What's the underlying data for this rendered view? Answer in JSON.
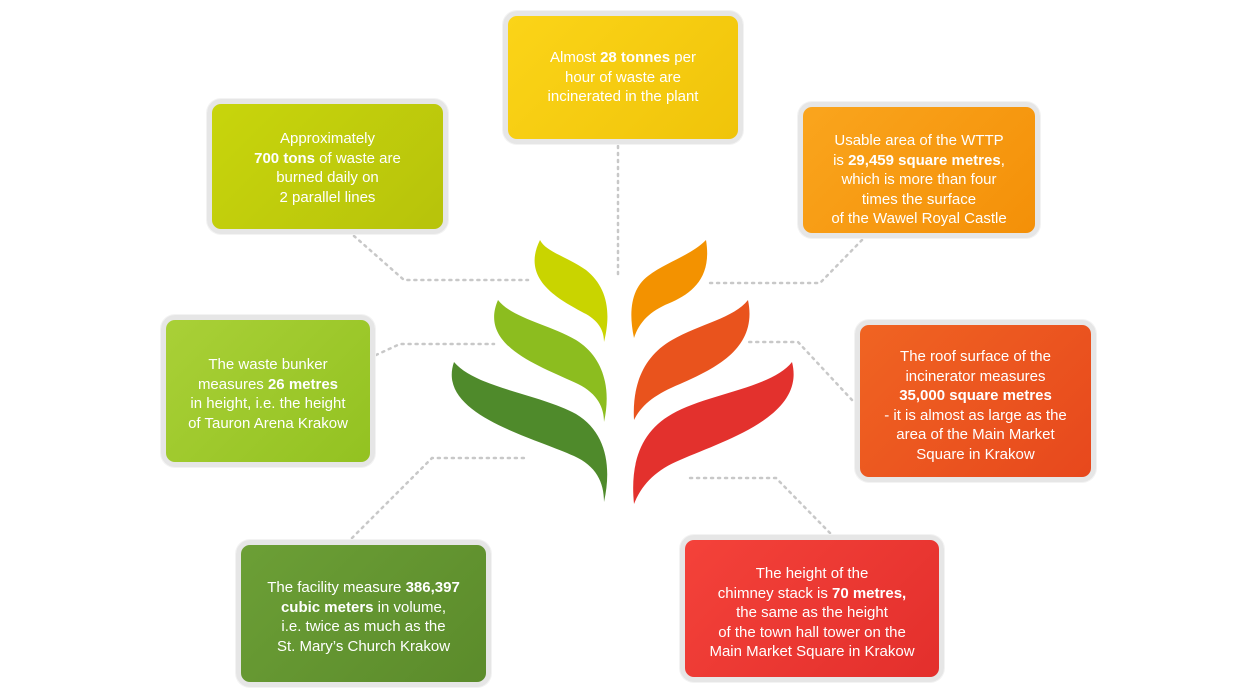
{
  "boxes": [
    {
      "id": "throughput",
      "pre": "Almost ",
      "bold": "28 tonnes",
      "post": " per\nhour of waste are\nincinerated in the plant"
    },
    {
      "id": "daily",
      "pre": "Approximately\n",
      "bold": "700 tons",
      "post": " of waste are\nburned daily on\n2 parallel lines"
    },
    {
      "id": "area",
      "pre": "Usable area of the WTTP\nis ",
      "bold": "29,459 square metres",
      "post": ",\nwhich is more than four\ntimes the surface\nof the Wawel Royal Castle"
    },
    {
      "id": "bunker",
      "pre": "The waste bunker\nmeasures ",
      "bold": "26 metres",
      "post": "\nin height, i.e. the height\nof Tauron Arena Krakow"
    },
    {
      "id": "roof",
      "pre": "The roof surface of the\nincinerator measures\n",
      "bold": "35,000 square metres",
      "post": "\n- it is almost as large as the\narea of the Main Market\nSquare in Krakow"
    },
    {
      "id": "volume",
      "pre": "The facility measure ",
      "bold": "386,397\ncubic meters",
      "post": " in volume,\ni.e. twice as much as the\nSt. Mary’s Church Krakow"
    },
    {
      "id": "chimney",
      "pre": "The height of the\nchimney stack is ",
      "bold": "70 metres,",
      "post": "\nthe same as the height\nof the town hall tower on the\nMain Market Square in Krakow"
    }
  ],
  "colors": {
    "leaf_left_top": "#c9d400",
    "leaf_left_middle": "#8cbd1f",
    "leaf_left_bottom": "#4f8a2b",
    "leaf_right_top": "#f39200",
    "leaf_right_middle": "#e9531d",
    "leaf_right_bottom": "#e3312d",
    "connector": "#c8c8c8",
    "box_border": "#e6e6e6"
  }
}
